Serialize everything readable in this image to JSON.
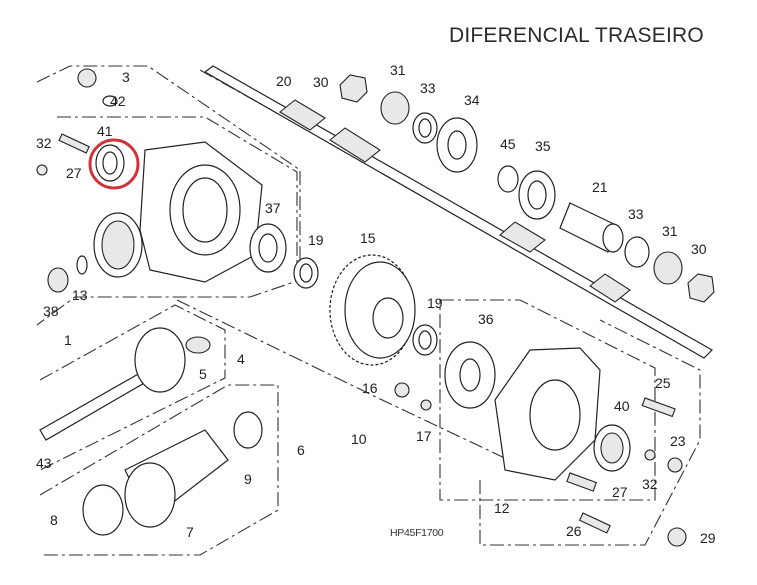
{
  "title": "DIFERENCIAL TRASEIRO",
  "diagram_code": "HP45F1700",
  "highlight_color": "#d0343a",
  "highlighted_part": "41",
  "callouts": [
    "3",
    "42",
    "32",
    "41",
    "27",
    "20",
    "30",
    "31",
    "33",
    "34",
    "45",
    "35",
    "21",
    "33",
    "31",
    "30",
    "37",
    "19",
    "15",
    "13",
    "38",
    "1",
    "4",
    "5",
    "43",
    "6",
    "9",
    "8",
    "7",
    "16",
    "10",
    "19",
    "36",
    "25",
    "40",
    "17",
    "23",
    "32",
    "27",
    "12",
    "26",
    "29"
  ]
}
